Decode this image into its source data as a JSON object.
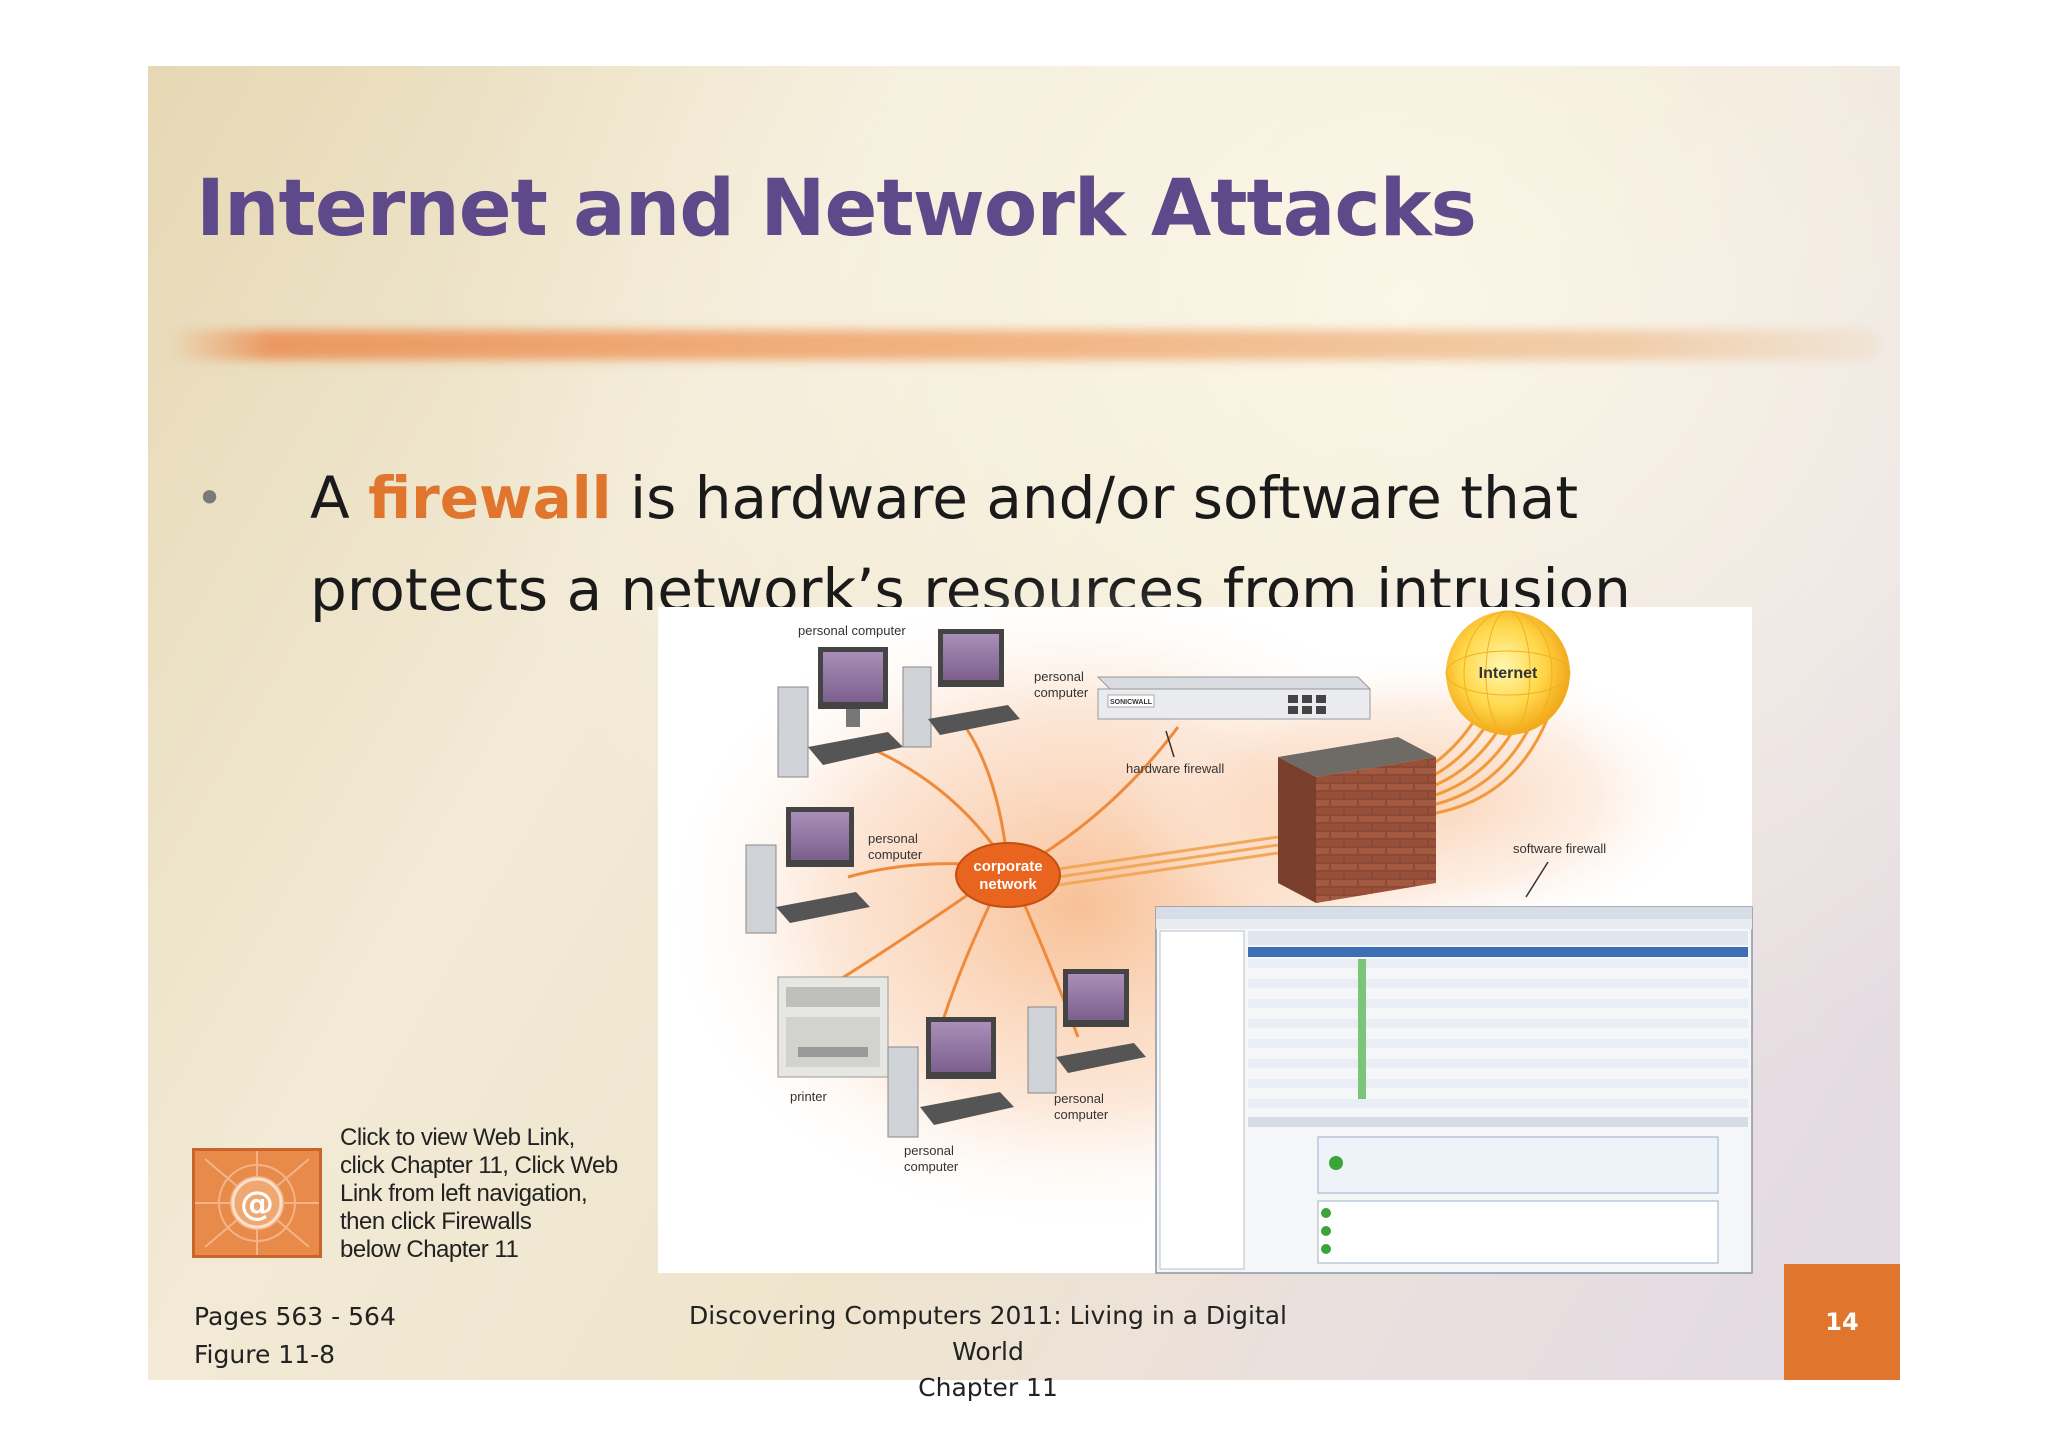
{
  "slide": {
    "title": "Internet and Network Attacks",
    "bullet": {
      "prefix": "A ",
      "keyword": "firewall",
      "rest": " is hardware and/or software that protects a network’s resources from intrusion"
    },
    "figure": {
      "labels": {
        "personal_computer_1": "personal computer",
        "personal_computer_2a": "personal",
        "personal_computer_2b": "computer",
        "personal_computer_3a": "personal",
        "personal_computer_3b": "computer",
        "personal_computer_4a": "personal",
        "personal_computer_4b": "computer",
        "personal_computer_5a": "personal",
        "personal_computer_5b": "computer",
        "printer": "printer",
        "corporate_network_a": "corporate",
        "corporate_network_b": "network",
        "hardware_firewall": "hardware firewall",
        "software_firewall": "software firewall",
        "internet": "Internet",
        "brand": "SONICWALL"
      }
    },
    "web_link": {
      "lines": [
        "Click to view Web Link,",
        "click Chapter 11, Click Web",
        "Link from left navigation,",
        "then click Firewalls",
        "below Chapter 11"
      ],
      "icon_glyph": "@"
    },
    "footer": {
      "pages": "Pages 563 - 564",
      "figure": "Figure 11-8",
      "book_title": "Discovering Computers 2011: Living in a Digital World",
      "chapter": "Chapter 11",
      "page_number": "14"
    },
    "colors": {
      "title": "#5e4a8a",
      "accent": "#e0762e",
      "network_hub": "#e8641f"
    }
  }
}
